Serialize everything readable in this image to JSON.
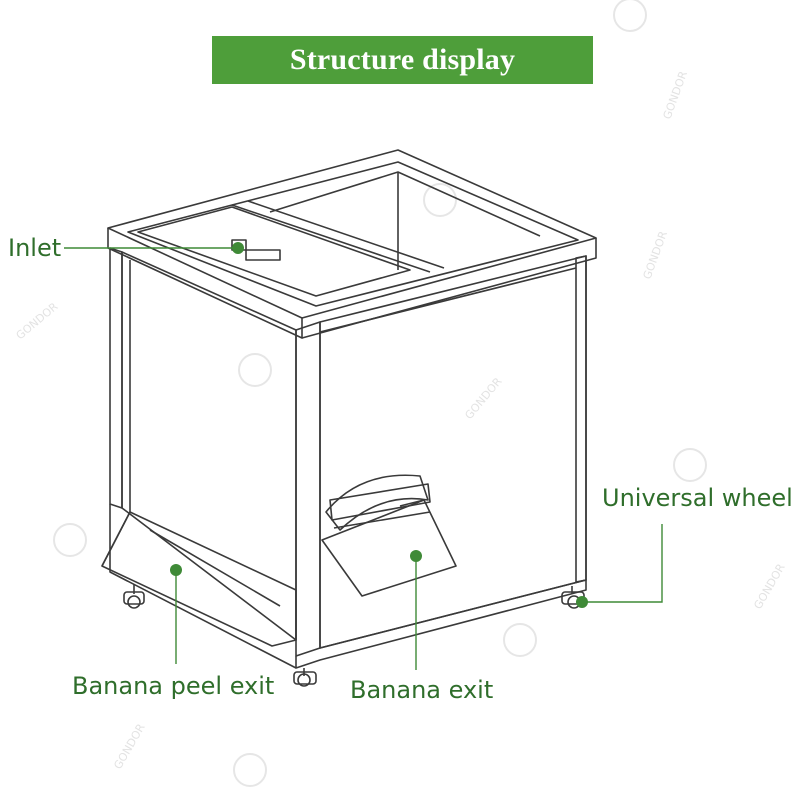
{
  "title": "Structure display",
  "colors": {
    "banner": "#4e9e3a",
    "label_text": "#2f6e2b",
    "leader": "#3f8a37",
    "dot": "#3f8a37",
    "outline": "#3a3a3a",
    "watermark": "#e6e6e6"
  },
  "callouts": {
    "inlet": "Inlet",
    "universal_wheel": "Universal wheel",
    "banana_peel_exit": "Banana peel exit",
    "banana_exit": "Banana exit"
  },
  "watermark_text": "GONDOR"
}
